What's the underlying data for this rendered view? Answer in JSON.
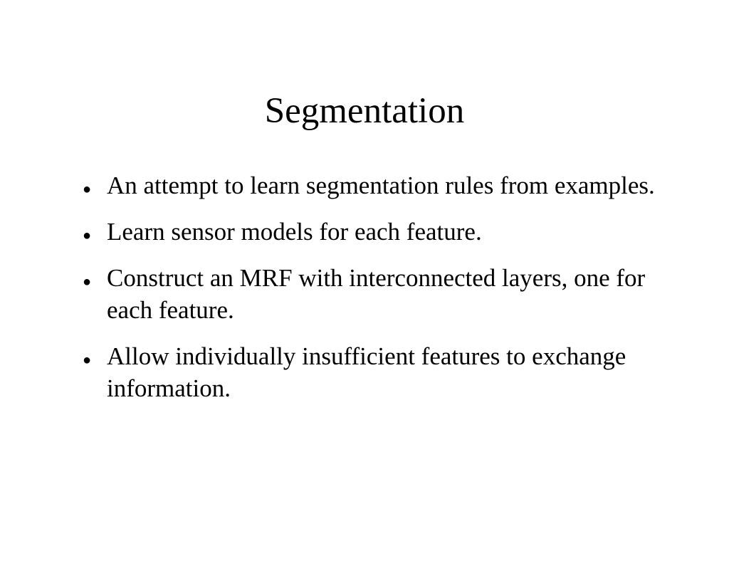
{
  "slide": {
    "title": "Segmentation",
    "bullet_marker": "●",
    "bullets": [
      {
        "text": "An attempt to learn segmentation rules from examples."
      },
      {
        "text": "Learn sensor models for each feature."
      },
      {
        "text": "Construct an MRF with interconnected layers, one for each feature."
      },
      {
        "text": "Allow individually insufficient features to exchange information."
      }
    ]
  }
}
